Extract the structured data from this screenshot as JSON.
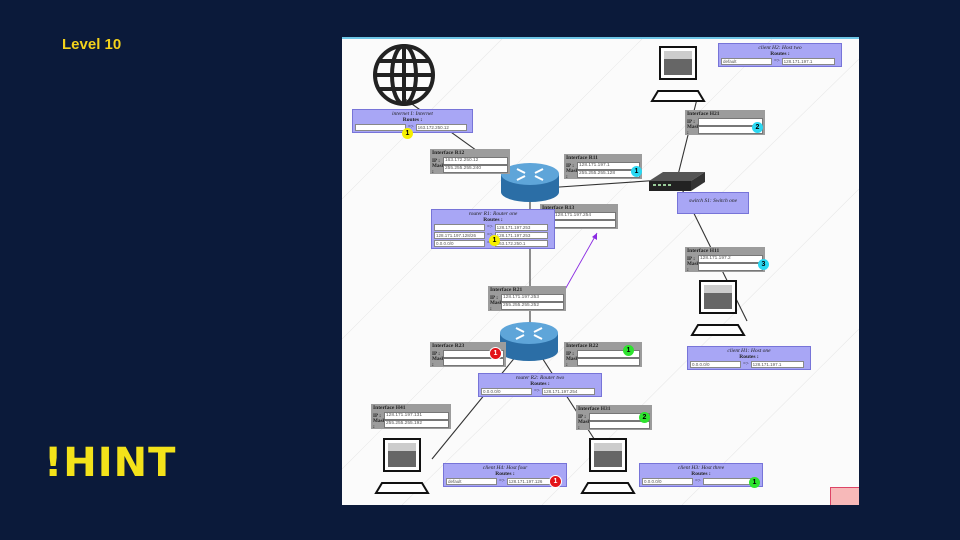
{
  "level_label": "Level 10",
  "hint_label": "!HINT",
  "interfaces": {
    "R12": {
      "title": "Interface R12",
      "ip": "163.172.250.12",
      "mask": "255.255.255.240"
    },
    "R11": {
      "title": "Interface R11",
      "ip": "128.171.197.1",
      "mask": "255.255.255.128"
    },
    "R13": {
      "title": "Interface R13",
      "ip": "128.171.197.254",
      "mask": ""
    },
    "R21": {
      "title": "Interface R21",
      "ip": "128.171.197.253",
      "mask": "255.255.255.252"
    },
    "R23": {
      "title": "Interface R23",
      "ip": "",
      "mask": ""
    },
    "R22": {
      "title": "Interface R22",
      "ip": "",
      "mask": ""
    },
    "H41": {
      "title": "Interface H41",
      "ip": "128.171.197.131",
      "mask": "255.255.255.192"
    },
    "H31": {
      "title": "Interface H31",
      "ip": "",
      "mask": ""
    },
    "H21": {
      "title": "Interface H21",
      "ip": "",
      "mask": ""
    },
    "H11": {
      "title": "Interface H11",
      "ip": "128.171.197.2",
      "mask": ""
    }
  },
  "labels": {
    "ip": "IP :",
    "mask": "Mask :",
    "routes": "Routes :",
    "arrow": "=>"
  },
  "internet": {
    "title": "internet I: Internet",
    "routes": [
      {
        "dest": "",
        "gw": "163.172.250.12"
      }
    ]
  },
  "router1": {
    "title": "router R1: Router one",
    "routes": [
      {
        "dest": "",
        "gw": "128.171.197.253"
      },
      {
        "dest": "128.171.197.128/26",
        "gw": "128.171.197.253"
      },
      {
        "dest": "0.0.0.0/0",
        "gw": "163.172.250.1"
      }
    ]
  },
  "router2": {
    "title": "router R2: Router two",
    "routes": [
      {
        "dest": "0.0.0.0/0",
        "gw": "128.171.197.254"
      }
    ]
  },
  "switch": {
    "title": "switch S1: Switch one"
  },
  "host1": {
    "title": "client H1: Host one",
    "routes": [
      {
        "dest": "0.0.0.0/0",
        "gw": "128.171.197.1"
      }
    ]
  },
  "host2": {
    "title": "client H2: Host two",
    "routes": [
      {
        "dest": "default",
        "gw": "128.171.197.1"
      }
    ]
  },
  "host3": {
    "title": "client H3: Host three",
    "routes": [
      {
        "dest": "0.0.0.0/0",
        "gw": ""
      }
    ]
  },
  "host4": {
    "title": "client H4: Host four",
    "routes": [
      {
        "dest": "default",
        "gw": "128.171.197.126"
      }
    ]
  },
  "badges": {
    "y1": "1",
    "y2": "1",
    "c1": "1",
    "c2": "2",
    "c3": "3",
    "r1": "1",
    "r2": "1",
    "g1": "1",
    "g2": "2",
    "g3": "1"
  },
  "colors": {
    "yellow": "#f6f000",
    "cyan": "#2ad8f2",
    "red": "#e3141a",
    "green": "#2ee32e",
    "node": "#a8a6f5",
    "interface": "#9c9c9c"
  }
}
